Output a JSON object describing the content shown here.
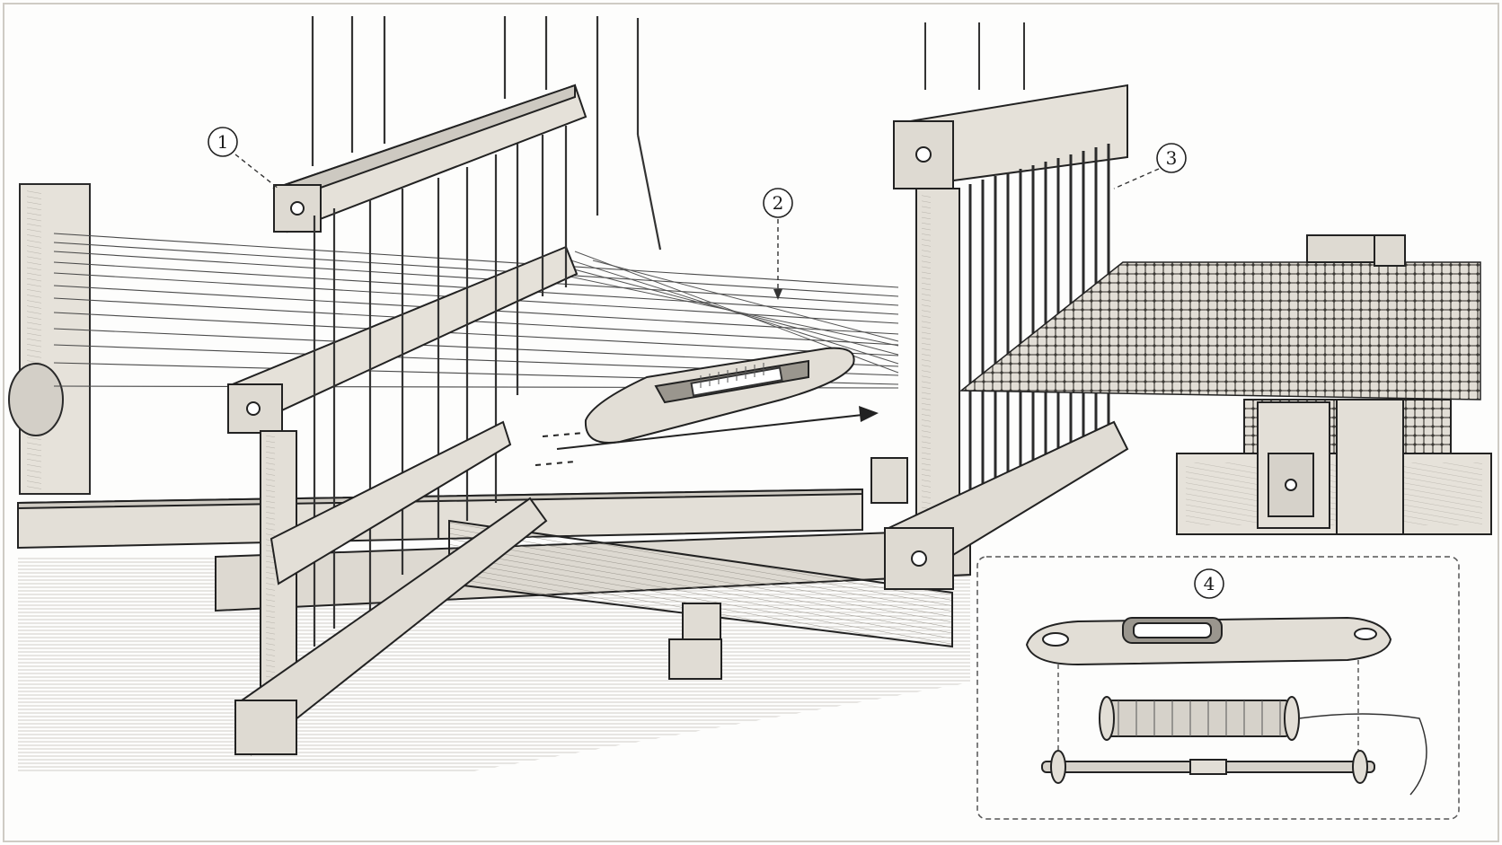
{
  "callouts": [
    {
      "id": "1",
      "label": "1"
    },
    {
      "id": "2",
      "label": "2"
    },
    {
      "id": "3",
      "label": "3"
    },
    {
      "id": "4",
      "label": "4"
    }
  ],
  "colors": {
    "ink": "#1f1f1f",
    "wood": "#d9d5cc",
    "wood_dark": "#8e8a82",
    "thread": "#555555",
    "paper": "#fdfdfc"
  }
}
